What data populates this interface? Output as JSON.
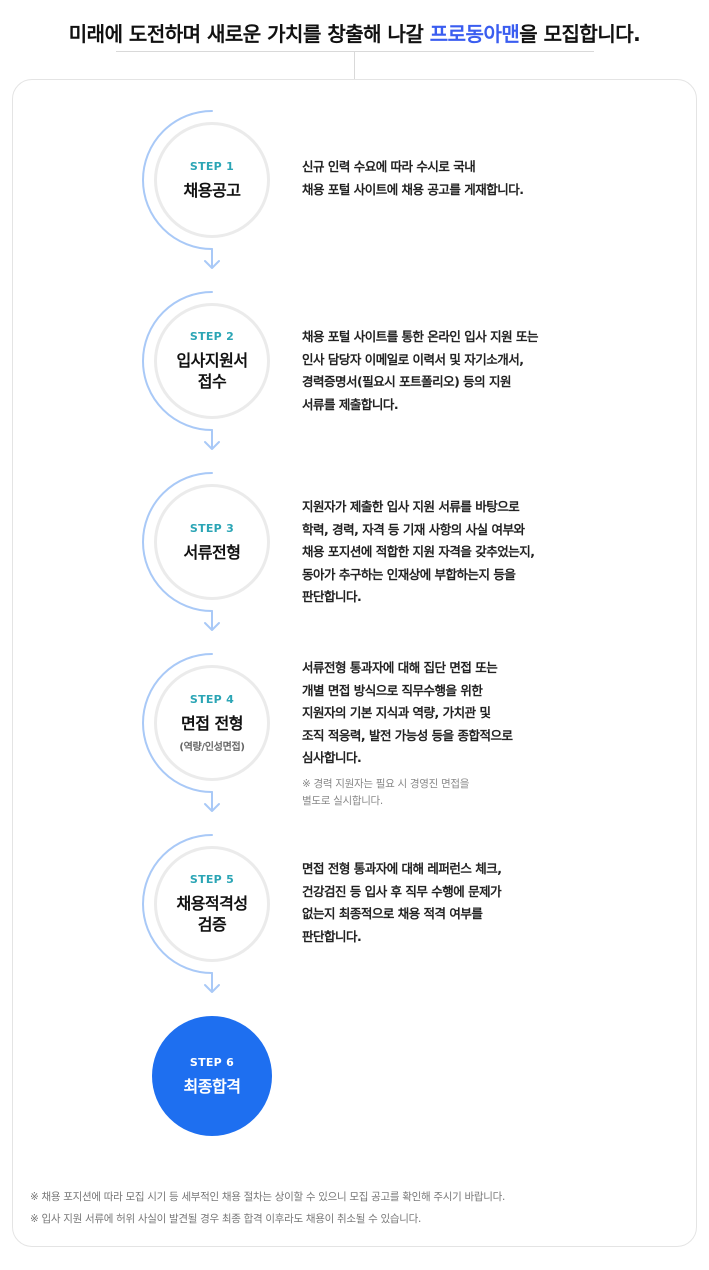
{
  "header": {
    "headline_prefix": "미래에 도전하며 새로운 가치를 창출해 나갈 ",
    "headline_highlight": "프로동아맨",
    "headline_suffix": "을 모집합니다.",
    "highlight_color": "#3a5df0"
  },
  "steps": [
    {
      "no": "STEP 1",
      "title_lines": [
        "채용공고"
      ],
      "desc_lines": [
        "신규 인력 수요에 따라 수시로 국내",
        "채용 포털 사이트에 채용 공고를 게재합니다."
      ]
    },
    {
      "no": "STEP 2",
      "title_lines": [
        "입사지원서",
        "접수"
      ],
      "desc_lines": [
        "채용 포털 사이트를 통한 온라인 입사 지원 또는",
        "인사 담당자 이메일로 이력서 및 자기소개서,",
        "경력증명서(필요시 포트폴리오) 등의 지원",
        "서류를 제출합니다."
      ]
    },
    {
      "no": "STEP 3",
      "title_lines": [
        "서류전형"
      ],
      "desc_lines": [
        "지원자가 제출한 입사 지원 서류를 바탕으로",
        "학력, 경력, 자격 등 기재 사항의 사실 여부와",
        "채용 포지션에 적합한 지원 자격을 갖추었는지,",
        "동아가 추구하는 인재상에 부합하는지 등을",
        "판단합니다."
      ]
    },
    {
      "no": "STEP 4",
      "title_lines": [
        "면접 전형"
      ],
      "subtitle": "(역량/인성면접)",
      "desc_lines": [
        "서류전형 통과자에 대해 집단 면접 또는",
        "개별 면접 방식으로 직무수행을 위한",
        "지원자의 기본 지식과 역량, 가치관 및",
        "조직 적응력, 발전 가능성 등을 종합적으로",
        "심사합니다."
      ],
      "note_lines": [
        "※ 경력 지원자는 필요 시 경영진 면접을",
        "별도로 실시합니다."
      ]
    },
    {
      "no": "STEP 5",
      "title_lines": [
        "채용적격성",
        "검증"
      ],
      "desc_lines": [
        "면접 전형 통과자에 대해 레퍼런스 체크,",
        "건강검진 등 입사 후 직무 수행에 문제가",
        "없는지 최종적으로 채용 적격 여부를",
        "판단합니다."
      ]
    },
    {
      "no": "STEP 6",
      "title_lines": [
        "최종합격"
      ]
    }
  ],
  "footer": {
    "lines": [
      "※ 채용 포지션에 따라 모집 시기 등 세부적인 채용 절차는 상이할 수 있으니 모집 공고를 확인해 주시기 바랍니다.",
      "※ 입사 지원 서류에 허위 사실이 발견될 경우 최종 합격 이후라도 채용이 취소될 수 있습니다."
    ]
  },
  "colors": {
    "accent_blue": "#1e6ff0",
    "step_label": "#2ba5b5",
    "arc": "#a9c9f7"
  }
}
